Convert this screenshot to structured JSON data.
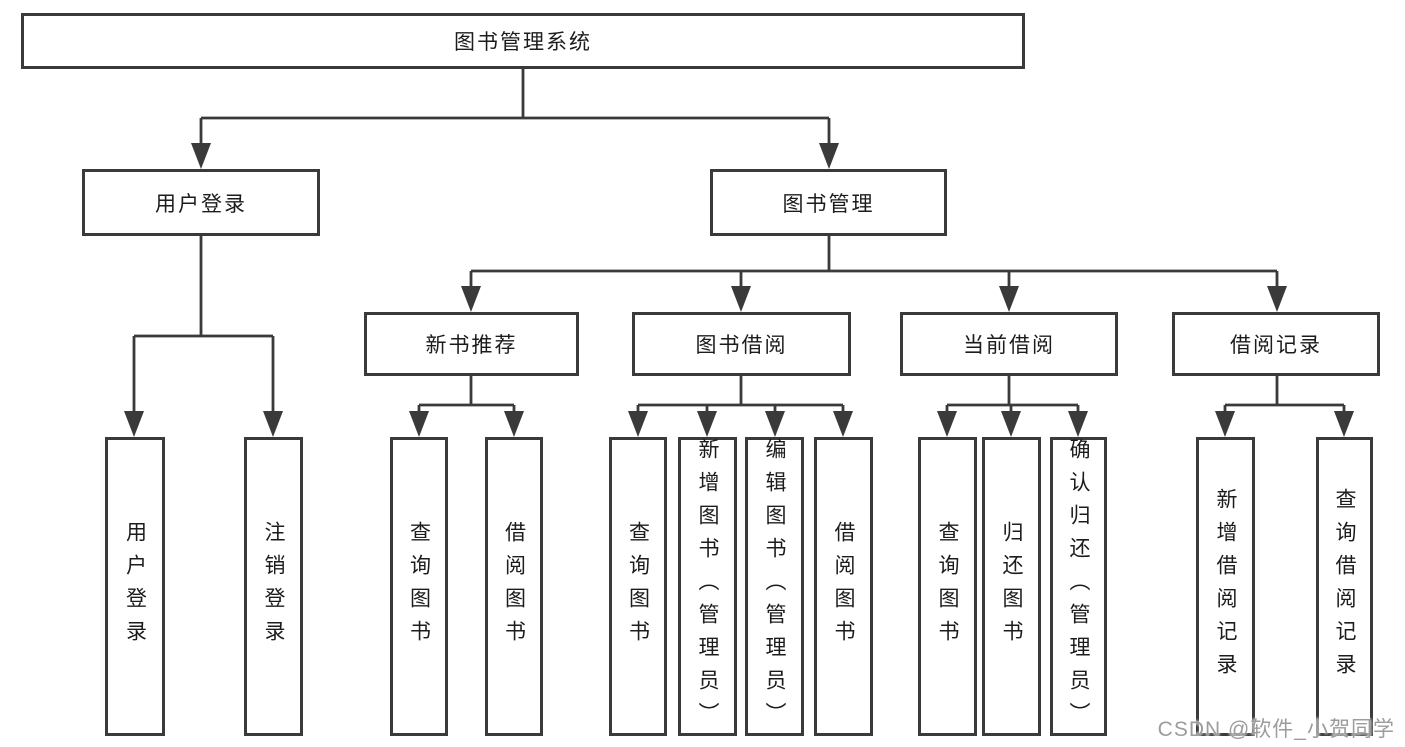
{
  "colors": {
    "line": "#3a3a3a",
    "box_border": "#3a3a3a",
    "text": "#1c1c1c",
    "background": "#ffffff",
    "watermark": "#9c9c9c"
  },
  "tree": {
    "label": "图书管理系统",
    "children": [
      {
        "label": "用户登录",
        "children": [
          {
            "label": "用户登录"
          },
          {
            "label": "注销登录"
          }
        ]
      },
      {
        "label": "图书管理",
        "children": [
          {
            "label": "新书推荐",
            "children": [
              {
                "label": "查询图书"
              },
              {
                "label": "借阅图书"
              }
            ]
          },
          {
            "label": "图书借阅",
            "children": [
              {
                "label": "查询图书"
              },
              {
                "label": "新增图书（管理员）"
              },
              {
                "label": "编辑图书（管理员）"
              },
              {
                "label": "借阅图书"
              }
            ]
          },
          {
            "label": "当前借阅",
            "children": [
              {
                "label": "查询图书"
              },
              {
                "label": "归还图书"
              },
              {
                "label": "确认归还（管理员）"
              }
            ]
          },
          {
            "label": "借阅记录",
            "children": [
              {
                "label": "新增借阅记录"
              },
              {
                "label": "查询借阅记录"
              }
            ]
          }
        ]
      }
    ]
  },
  "watermark": {
    "text": "CSDN @软件_小贺同学"
  }
}
